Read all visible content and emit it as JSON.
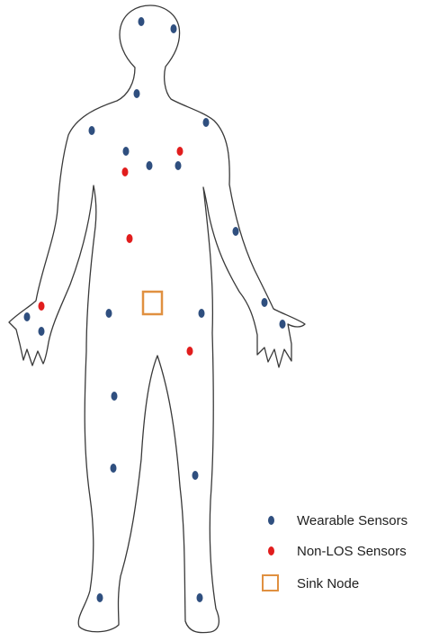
{
  "colors": {
    "outline": "#3a3a3a",
    "wearable": "#2f4f7f",
    "non_los": "#e11d1d",
    "sink": "#e09040",
    "background": "#ffffff"
  },
  "legend": {
    "wearable_label": "Wearable Sensors",
    "non_los_label": "Non-LOS Sensors",
    "sink_label": "Sink Node"
  }
}
